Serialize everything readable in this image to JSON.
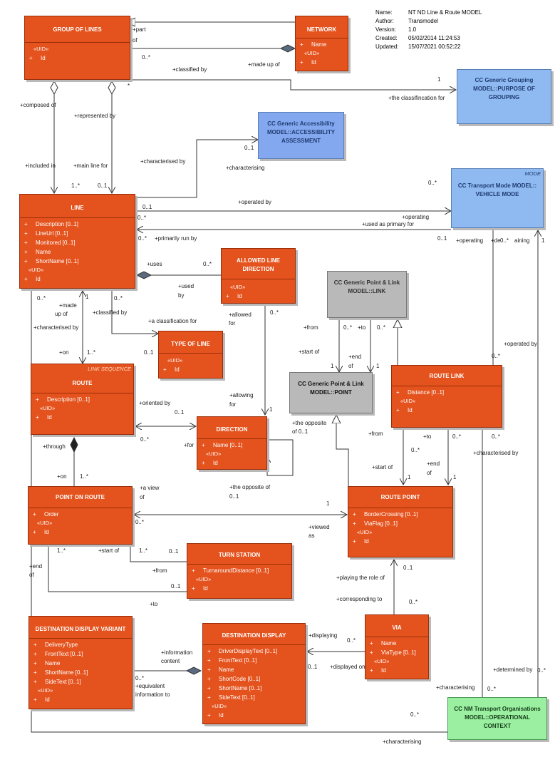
{
  "meta": {
    "name_label": "Name:",
    "name": "NT ND Line & Route MODEL",
    "author_label": "Author:",
    "author": "Transmodel",
    "version_label": "Version:",
    "version": "1.0",
    "created_label": "Created:",
    "created": "05/02/2014 11:24:53",
    "updated_label": "Updated:",
    "updated": "15/07/2021 00:52:22"
  },
  "classes": {
    "group_of_lines": {
      "title": "GROUP OF LINES",
      "uid": "«UID»",
      "attrs": [
        "Id"
      ]
    },
    "network": {
      "title": "NETWORK",
      "attrs_a": [
        "Name"
      ],
      "uid": "«UID»",
      "attrs": [
        "Id"
      ]
    },
    "generic_grouping": {
      "title": "CC Generic Grouping MODEL::PURPOSE OF GROUPING"
    },
    "accessibility": {
      "title": "CC Generic Accessibility MODEL::ACCESSIBILITY ASSESSMENT"
    },
    "transport_mode": {
      "stereotype": "MODE",
      "title": "CC Transport Mode MODEL:: VEHICLE MODE"
    },
    "line": {
      "title": "LINE",
      "attrs_a": [
        "Description [0..1]",
        "LineUrl [0..1]",
        "Monitored [0..1]",
        "Name",
        "ShortName [0..1]"
      ],
      "uid": "«UID»",
      "attrs": [
        "Id"
      ]
    },
    "allowed_line_direction": {
      "title": "ALLOWED LINE DIRECTION",
      "uid": "«UID»",
      "attrs": [
        "Id"
      ]
    },
    "generic_link": {
      "title": "CC Generic Point & Link MODEL::LINK"
    },
    "type_of_line": {
      "title": "TYPE OF LINE",
      "uid": "«UID»",
      "attrs": [
        "Id"
      ]
    },
    "route": {
      "stereotype": "LINK SEQUENCE",
      "title": "ROUTE",
      "attrs_a": [
        "Description [0..1]"
      ],
      "uid": "«UID»",
      "attrs": [
        "Id"
      ]
    },
    "generic_point": {
      "title": "CC Generic Point & Link MODEL::POINT"
    },
    "route_link": {
      "title": "ROUTE LINK",
      "attrs_a": [
        "Distance [0..1]"
      ],
      "uid": "«UID»",
      "attrs": [
        "Id"
      ]
    },
    "direction": {
      "title": "DIRECTION",
      "attrs_a": [
        "Name [0..1]"
      ],
      "uid": "«UID»",
      "attrs": [
        "Id"
      ]
    },
    "point_on_route": {
      "title": "POINT ON ROUTE",
      "attrs_a": [
        "Order"
      ],
      "uid": "«UID»",
      "attrs": [
        "Id"
      ]
    },
    "route_point": {
      "title": "ROUTE POINT",
      "attrs_a": [
        "BorderCrossing [0..1]",
        "ViaFlag [0..1]"
      ],
      "uid": "«UID»",
      "attrs": [
        "Id"
      ]
    },
    "turn_station": {
      "title": "TURN STATION",
      "attrs_a": [
        "TurnaroundDistance [0..1]"
      ],
      "uid": "«UID»",
      "attrs": [
        "Id"
      ]
    },
    "dest_display_variant": {
      "title": "DESTINATION DISPLAY VARIANT",
      "attrs_a": [
        "DeliveryType",
        "FrontText [0..1]",
        "Name",
        "ShortName [0..1]",
        "SideText [0..1]"
      ],
      "uid": "«UID»",
      "attrs": [
        "Id"
      ]
    },
    "dest_display": {
      "title": "DESTINATION DISPLAY",
      "attrs_a": [
        "DriverDisplayText [0..1]",
        "FrontText [0..1]",
        "Name",
        "ShortCode [0..1]",
        "ShortName [0..1]",
        "SideText [0..1]"
      ],
      "uid": "«UID»",
      "attrs": [
        "Id"
      ]
    },
    "via": {
      "title": "VIA",
      "attrs_a": [
        "Name",
        "ViaType [0..1]"
      ],
      "uid": "«UID»",
      "attrs": [
        "Id"
      ]
    },
    "operational_context": {
      "title": "CC NM Transport Organisations MODEL::OPERATIONAL CONTEXT"
    }
  },
  "labels": [
    {
      "id": "l1",
      "text": "+part"
    },
    {
      "id": "l2",
      "text": "of"
    },
    {
      "id": "l3",
      "text": "0..*"
    },
    {
      "id": "l4",
      "text": "+made up of"
    },
    {
      "id": "l5",
      "text": "+classified by"
    },
    {
      "id": "l6",
      "text": "1"
    },
    {
      "id": "l7",
      "text": "*"
    },
    {
      "id": "l8",
      "text": "+the classifincation for"
    },
    {
      "id": "l9",
      "text": "+composed of"
    },
    {
      "id": "l10",
      "text": "+represented by"
    },
    {
      "id": "l11",
      "text": "+characterised by"
    },
    {
      "id": "l12",
      "text": "0..1"
    },
    {
      "id": "l13",
      "text": "+characterising"
    },
    {
      "id": "l14",
      "text": "+included in"
    },
    {
      "id": "l15",
      "text": "+main line for"
    },
    {
      "id": "l16",
      "text": "1..*"
    },
    {
      "id": "l17",
      "text": "0..1"
    },
    {
      "id": "l18",
      "text": "0..*"
    },
    {
      "id": "l19",
      "text": "0..1"
    },
    {
      "id": "l20",
      "text": "+operated by"
    },
    {
      "id": "l21",
      "text": "+operating"
    },
    {
      "id": "l22",
      "text": "0..*"
    },
    {
      "id": "l23",
      "text": "+used as primary for"
    },
    {
      "id": "l24",
      "text": "0..*"
    },
    {
      "id": "l25",
      "text": "+primarily run by"
    },
    {
      "id": "l26",
      "text": "0..1"
    },
    {
      "id": "l27",
      "text": "+operating"
    },
    {
      "id": "l28",
      "text": "+de"
    },
    {
      "id": "l29",
      "text": "0..*"
    },
    {
      "id": "l30",
      "text": "aining"
    },
    {
      "id": "l31",
      "text": "1"
    },
    {
      "id": "l32",
      "text": "+uses"
    },
    {
      "id": "l33",
      "text": "0..*"
    },
    {
      "id": "l34",
      "text": "+used"
    },
    {
      "id": "l35",
      "text": "by"
    },
    {
      "id": "l36",
      "text": "0..*"
    },
    {
      "id": "l37",
      "text": "1"
    },
    {
      "id": "l38",
      "text": "0..*"
    },
    {
      "id": "l39",
      "text": "+made"
    },
    {
      "id": "l40",
      "text": "up of"
    },
    {
      "id": "l41",
      "text": "+classified by"
    },
    {
      "id": "l42",
      "text": "+characterised by"
    },
    {
      "id": "l43",
      "text": "+a classification for"
    },
    {
      "id": "l44",
      "text": "+allowed"
    },
    {
      "id": "l45",
      "text": "for"
    },
    {
      "id": "l46",
      "text": "0..*"
    },
    {
      "id": "l47",
      "text": "+on"
    },
    {
      "id": "l48",
      "text": "1..*"
    },
    {
      "id": "l49",
      "text": "0..1"
    },
    {
      "id": "l50",
      "text": "+from"
    },
    {
      "id": "l51",
      "text": "0..*"
    },
    {
      "id": "l52",
      "text": "+to"
    },
    {
      "id": "l53",
      "text": "0..*"
    },
    {
      "id": "l54",
      "text": "+start of"
    },
    {
      "id": "l55",
      "text": "+end"
    },
    {
      "id": "l56",
      "text": "of"
    },
    {
      "id": "l57",
      "text": "1"
    },
    {
      "id": "l58",
      "text": "1"
    },
    {
      "id": "l59",
      "text": "0..*"
    },
    {
      "id": "l60",
      "text": "+operated by"
    },
    {
      "id": "l61",
      "text": "+oriented by"
    },
    {
      "id": "l62",
      "text": "0..1"
    },
    {
      "id": "l63",
      "text": "+allowing"
    },
    {
      "id": "l64",
      "text": "for"
    },
    {
      "id": "l65",
      "text": "1"
    },
    {
      "id": "l66",
      "text": "0..*"
    },
    {
      "id": "l67",
      "text": "+for"
    },
    {
      "id": "l68",
      "text": "+through"
    },
    {
      "id": "l69",
      "text": "+on"
    },
    {
      "id": "l70",
      "text": "1..*"
    },
    {
      "id": "l71",
      "text": "+the opposite"
    },
    {
      "id": "l72",
      "text": "of 0..1"
    },
    {
      "id": "l73",
      "text": "+from"
    },
    {
      "id": "l74",
      "text": "+to"
    },
    {
      "id": "l75",
      "text": "0..*"
    },
    {
      "id": "l76",
      "text": "0..*"
    },
    {
      "id": "l77",
      "text": "0..*"
    },
    {
      "id": "l78",
      "text": "+characterised by"
    },
    {
      "id": "l79",
      "text": "+start of"
    },
    {
      "id": "l80",
      "text": "+end"
    },
    {
      "id": "l81",
      "text": "of"
    },
    {
      "id": "l82",
      "text": "1"
    },
    {
      "id": "l83",
      "text": "1"
    },
    {
      "id": "l84",
      "text": "+a view"
    },
    {
      "id": "l85",
      "text": "of"
    },
    {
      "id": "l86",
      "text": "+the opposite of"
    },
    {
      "id": "l87",
      "text": "0..1"
    },
    {
      "id": "l88",
      "text": "1"
    },
    {
      "id": "l89",
      "text": "0..*"
    },
    {
      "id": "l90",
      "text": "+viewed"
    },
    {
      "id": "l91",
      "text": "as"
    },
    {
      "id": "l92",
      "text": "1..*"
    },
    {
      "id": "l93",
      "text": "+start of"
    },
    {
      "id": "l94",
      "text": "1..*"
    },
    {
      "id": "l95",
      "text": "0..1"
    },
    {
      "id": "l96",
      "text": "+end"
    },
    {
      "id": "l97",
      "text": "of"
    },
    {
      "id": "l98",
      "text": "+from"
    },
    {
      "id": "l99",
      "text": "0..1"
    },
    {
      "id": "l100",
      "text": "+to"
    },
    {
      "id": "l101",
      "text": "+playing the role of"
    },
    {
      "id": "l102",
      "text": "0..1"
    },
    {
      "id": "l103",
      "text": "+corresponding to"
    },
    {
      "id": "l104",
      "text": "0..*"
    },
    {
      "id": "l105",
      "text": "+information"
    },
    {
      "id": "l106",
      "text": "content"
    },
    {
      "id": "l107",
      "text": "0..*"
    },
    {
      "id": "l108",
      "text": "+equivalent"
    },
    {
      "id": "l109",
      "text": "information to"
    },
    {
      "id": "l110",
      "text": "+displaying"
    },
    {
      "id": "l111",
      "text": "0..*"
    },
    {
      "id": "l112",
      "text": "0..1"
    },
    {
      "id": "l113",
      "text": "+displayed on"
    },
    {
      "id": "l114",
      "text": "+determined by"
    },
    {
      "id": "l115",
      "text": "0..*"
    },
    {
      "id": "l116",
      "text": "+characterising"
    },
    {
      "id": "l117",
      "text": "0..*"
    },
    {
      "id": "l118",
      "text": "0..*"
    },
    {
      "id": "l119",
      "text": "+characterising"
    }
  ]
}
